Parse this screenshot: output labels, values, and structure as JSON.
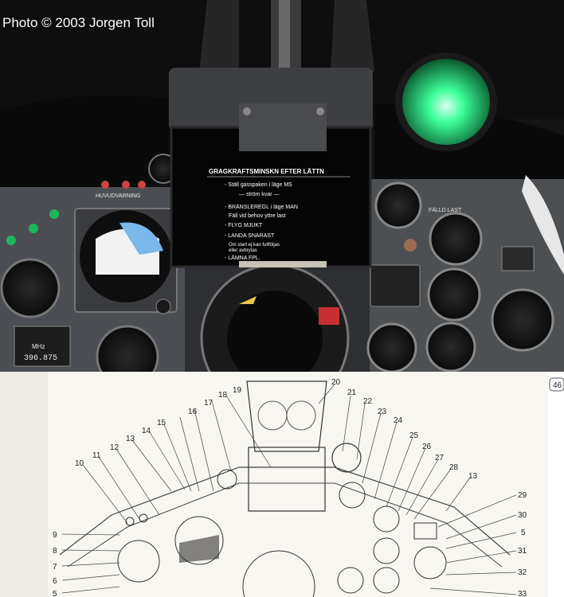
{
  "photo": {
    "credit": "Photo © 2003 Jorgen Toll",
    "placard": {
      "title": "GRAGKRAFTSMINSKN EFTER LÄTTN",
      "lines": [
        "- Ställ gasspaken i läge MS",
        "— ström kvar —",
        "- BRÄNSLEREGL i läge MAN",
        "Fäll vid behov yttre last",
        "- FLYG MJUKT",
        "- LANDA SNARAST",
        "Om start ej kan fullföljas",
        "eller avbrytas",
        "- LÄMNA FPL."
      ]
    },
    "panel_labels": {
      "huvudvarning": "HUVUDVARNING",
      "falld_last": "FÄLLD LAST",
      "mhz_label": "MHz",
      "mhz_value": "396.875"
    }
  },
  "diagram": {
    "page_number": "46",
    "callouts_left": [
      "10",
      "11",
      "12",
      "13",
      "14",
      "15",
      "16",
      "17",
      "18",
      "19"
    ],
    "callouts_left_col": [
      "9",
      "8",
      "7",
      "6",
      "5"
    ],
    "callouts_top": [
      "20",
      "21",
      "22",
      "23",
      "24",
      "25",
      "26",
      "27",
      "28",
      "13"
    ],
    "callouts_right": [
      "29",
      "30",
      "5",
      "31",
      "32",
      "33"
    ]
  },
  "colors": {
    "photo_bg": "#161616",
    "green_light": "#3dff9a",
    "diagram_bg": "#f7f6f0"
  }
}
